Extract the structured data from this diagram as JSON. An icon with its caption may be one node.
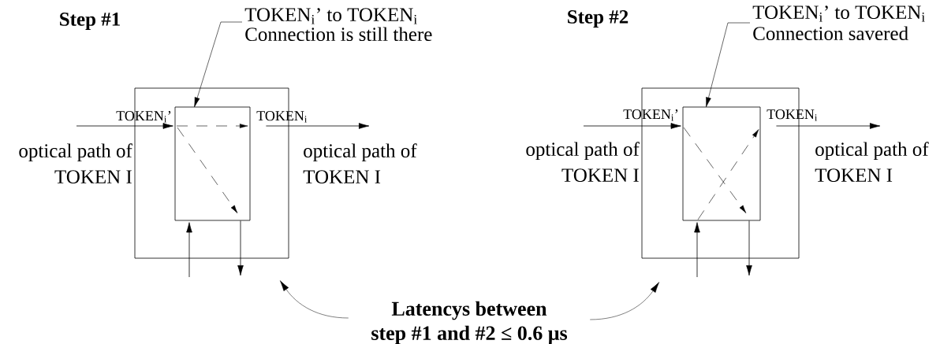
{
  "diagram": {
    "nodes": [
      {
        "text": [],
        "shape": "box"
      },
      {
        "text": [],
        "shape": "box",
        "in": 0
      },
      {
        "text": [
          "TOKEN$_{i}$’ to TOKEN$_{i}$ Connection is still there"
        ]
      },
      {
        "text": [],
        "shape": "box"
      },
      {
        "text": [],
        "shape": "box",
        "in": 3
      },
      {
        "text": [
          "TOKEN$_{i}$’ to TOKEN$_{i}$ Connection savered"
        ]
      },
      {
        "text": [
          "Latencys between step #1 and #2 ≤ 0.6 μs"
        ]
      },
      {
        "text": [
          "optical path of TOKEN I"
        ]
      },
      {
        "text": [
          "optical path of TOKEN I"
        ]
      },
      {
        "text": [
          "optical path of TOKEN I"
        ]
      },
      {
        "text": [
          "optical path of TOKEN I"
        ]
      }
    ],
    "edges": [
      {
        "from": 7,
        "to": 1,
        "arrow": "to"
      },
      {
        "from": 1,
        "to": 8,
        "arrow": "to"
      },
      {
        "from": null,
        "to": 1,
        "arrow": "to"
      },
      {
        "from": 1,
        "to": null,
        "arrow": "to"
      },
      {
        "from": 2,
        "to": 1,
        "arrow": "to"
      },
      {
        "from": 9,
        "to": 4,
        "arrow": "to"
      },
      {
        "from": 4,
        "to": 10,
        "arrow": "to"
      },
      {
        "from": null,
        "to": 4,
        "arrow": "to"
      },
      {
        "from": 4,
        "to": null,
        "arrow": "to"
      },
      {
        "from": 5,
        "to": 4,
        "arrow": "to"
      },
      {
        "from": 6,
        "to": 0,
        "arrow": "to"
      },
      {
        "from": 6,
        "to": 3,
        "arrow": "to"
      }
    ],
    "labels": [
      "Step #1",
      "TOKEN$_{i}$’",
      "TOKEN$_{i}$",
      "Step #2",
      "TOKEN$_{i}$’",
      "TOKEN$_{i}$"
    ]
  }
}
